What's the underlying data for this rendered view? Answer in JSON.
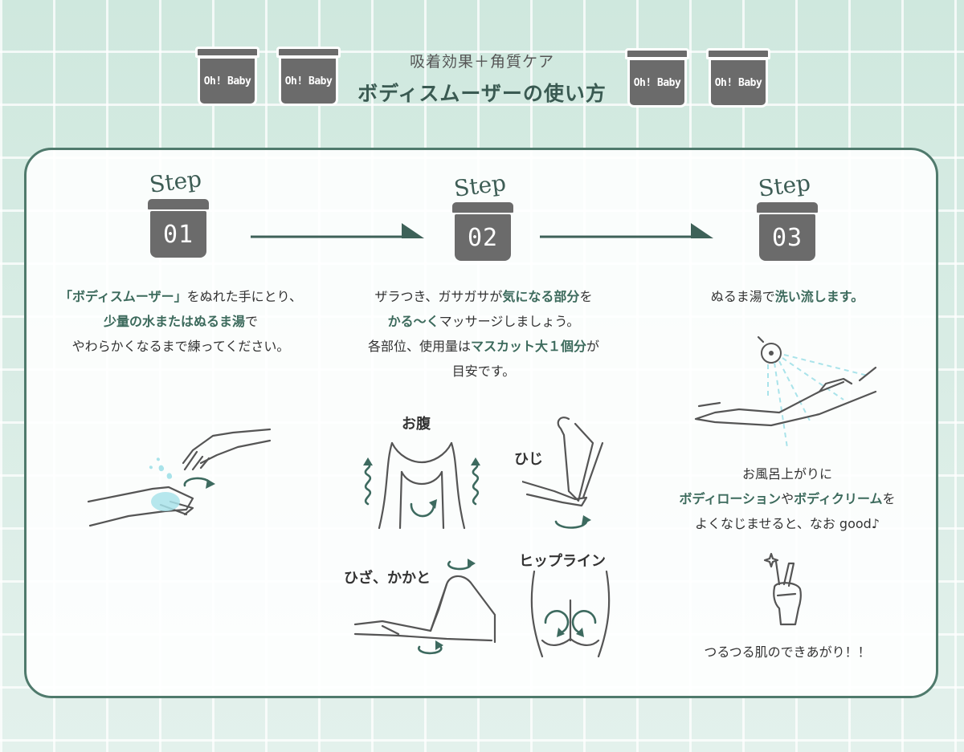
{
  "header": {
    "subtitle": "吸着効果＋角質ケア",
    "title": "ボディスムーザーの使い方",
    "jar_label": "Oh! Baby"
  },
  "step_word": "Step",
  "steps": [
    {
      "number": "01",
      "lines": [
        [
          {
            "t": "「ボディスムーザー」",
            "h": true
          },
          {
            "t": "をぬれた手にとり、",
            "h": false
          }
        ],
        [
          {
            "t": "少量の水またはぬるま湯",
            "h": true
          },
          {
            "t": "で",
            "h": false
          }
        ],
        [
          {
            "t": "やわらかくなるまで練ってください。",
            "h": false
          }
        ]
      ]
    },
    {
      "number": "02",
      "lines": [
        [
          {
            "t": "ザラつき、ガサガサが",
            "h": false
          },
          {
            "t": "気になる部分",
            "h": true
          },
          {
            "t": "を",
            "h": false
          }
        ],
        [
          {
            "t": "かる〜く",
            "h": true
          },
          {
            "t": "マッサージしましょう。",
            "h": false
          }
        ],
        [
          {
            "t": "各部位、使用量は",
            "h": false
          },
          {
            "t": "マスカット大１個分",
            "h": true
          },
          {
            "t": "が",
            "h": false
          }
        ],
        [
          {
            "t": "目安です。",
            "h": false
          }
        ]
      ],
      "parts": {
        "belly": "お腹",
        "elbow": "ひじ",
        "knee": "ひざ、かかと",
        "hip": "ヒップライン"
      }
    },
    {
      "number": "03",
      "lines": [
        [
          {
            "t": "ぬるま湯で",
            "h": false
          },
          {
            "t": "洗い流します。",
            "h": true
          }
        ]
      ],
      "after_lines": [
        [
          {
            "t": "お風呂上がりに",
            "h": false
          }
        ],
        [
          {
            "t": "ボディローション",
            "h": true
          },
          {
            "t": "や",
            "h": false
          },
          {
            "t": "ボディクリーム",
            "h": true
          },
          {
            "t": "を",
            "h": false
          }
        ],
        [
          {
            "t": "よくなじませると、なお good♪",
            "h": false
          }
        ]
      ],
      "finish": "つるつる肌のできあがり！！"
    }
  ],
  "colors": {
    "accent": "#3c6a5c",
    "border": "#4f7a6c",
    "jar": "#6b6b6b",
    "water": "#a9e3ea"
  }
}
